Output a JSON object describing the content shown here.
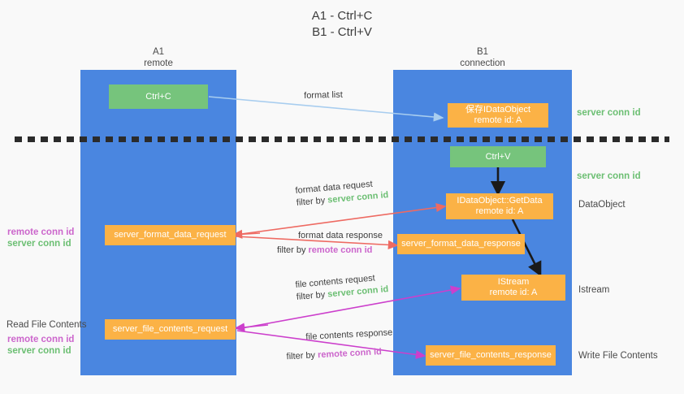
{
  "title": "A1 - Ctrl+C\nB1 - Ctrl+V",
  "lanes": [
    {
      "name": "a1",
      "title": "A1\nremote"
    },
    {
      "name": "b1",
      "title": "B1\nconnection"
    }
  ],
  "nodes": {
    "ctrl_c": "Ctrl+C",
    "ctrl_v": "Ctrl+V",
    "save_idataobject": "保存IDataObject\nremote id: A",
    "idataobject_getdata": "IDataObject::GetData\nremote id: A",
    "istream": "IStream\nremote id: A",
    "server_format_data_request": "server_format_data_request",
    "server_format_data_response": "server_format_data_response",
    "server_file_contents_request": "server_file_contents_request",
    "server_file_contents_response": "server_file_contents_response"
  },
  "edge_labels": {
    "format_list": "format list",
    "format_data_request": "format data request",
    "format_data_request_filter_prefix": "filter by ",
    "format_data_request_filter_value": "server conn id",
    "format_data_response": "format data response",
    "format_data_response_filter_prefix": "filter by ",
    "format_data_response_filter_value": "remote conn id",
    "file_contents_request": "file contents request",
    "file_contents_request_filter_prefix": "filter by ",
    "file_contents_request_filter_value": "server conn id",
    "file_contents_response": "file contents response",
    "file_contents_response_filter_prefix": "filter by ",
    "file_contents_response_filter_value": "remote conn id"
  },
  "right_labels": {
    "server_conn_id_top": "server conn id",
    "server_conn_id_mid": "server conn id",
    "dataobject": "DataObject",
    "istream": "Istream",
    "write_file_contents": "Write File Contents"
  },
  "left_labels": {
    "format_remote_conn_id": "remote conn id",
    "format_server_conn_id": "server conn id",
    "read_file_contents": "Read File Contents",
    "file_remote_conn_id": "remote conn id",
    "file_server_conn_id": "server conn id"
  },
  "colors": {
    "lane": "#4a86e0",
    "green_node": "#76c47c",
    "orange_node": "#fbb246",
    "server_conn_id": "#6cbf73",
    "remote_conn_id": "#cc66cc",
    "format_arrow": "#ee6a62",
    "file_arrow": "#cc3fcc",
    "list_arrow": "#a8cdef",
    "flow_arrow": "#1a1a1a",
    "divider": "#2b2b2b"
  }
}
